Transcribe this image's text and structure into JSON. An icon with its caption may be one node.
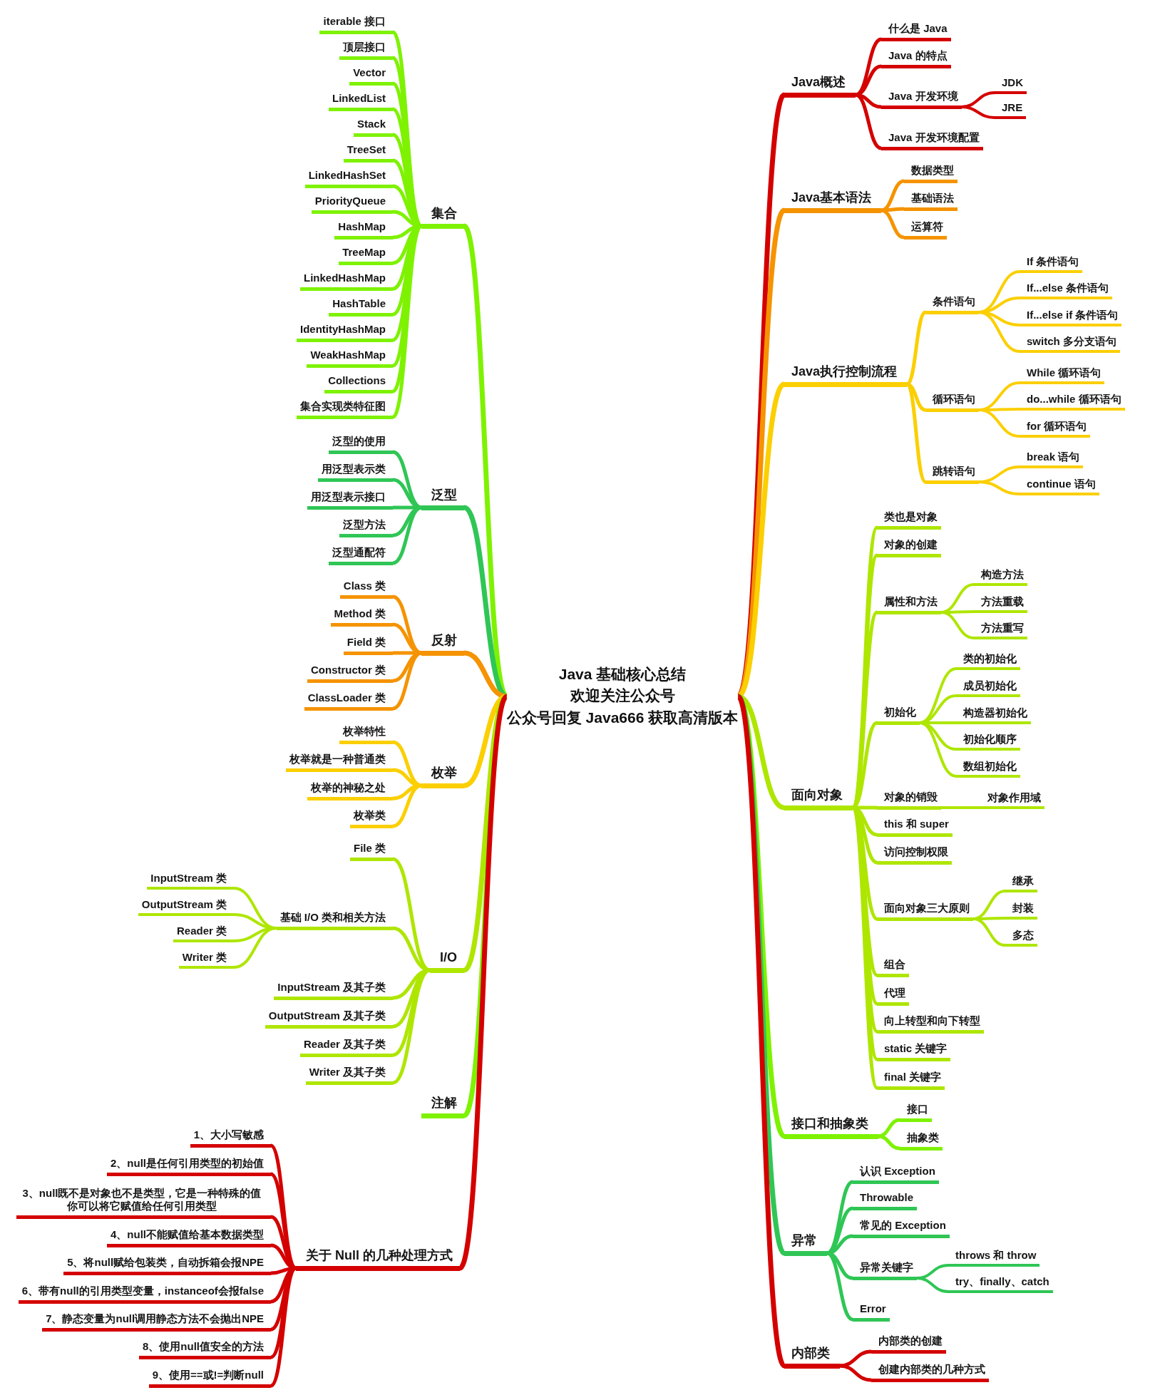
{
  "diagram": {
    "nodes": [
      {
        "text": [
          "Java 基础核心总结",
          "欢迎关注公众号",
          "公众号回复 Java666 获取高清版本"
        ]
      },
      {
        "text": [
          "集合"
        ]
      },
      {
        "text": [
          "iterable 接口"
        ]
      },
      {
        "text": [
          "顶层接口"
        ]
      },
      {
        "text": [
          "Vector"
        ]
      },
      {
        "text": [
          "LinkedList"
        ]
      },
      {
        "text": [
          "Stack"
        ]
      },
      {
        "text": [
          "TreeSet"
        ]
      },
      {
        "text": [
          "LinkedHashSet"
        ]
      },
      {
        "text": [
          "PriorityQueue"
        ]
      },
      {
        "text": [
          "HashMap"
        ]
      },
      {
        "text": [
          "TreeMap"
        ]
      },
      {
        "text": [
          "LinkedHashMap"
        ]
      },
      {
        "text": [
          "HashTable"
        ]
      },
      {
        "text": [
          "IdentityHashMap"
        ]
      },
      {
        "text": [
          "WeakHashMap"
        ]
      },
      {
        "text": [
          "Collections"
        ]
      },
      {
        "text": [
          "集合实现类特征图"
        ]
      },
      {
        "text": [
          "泛型"
        ]
      },
      {
        "text": [
          "泛型的使用"
        ]
      },
      {
        "text": [
          "用泛型表示类"
        ]
      },
      {
        "text": [
          "用泛型表示接口"
        ]
      },
      {
        "text": [
          "泛型方法"
        ]
      },
      {
        "text": [
          "泛型通配符"
        ]
      },
      {
        "text": [
          "反射"
        ]
      },
      {
        "text": [
          "Class 类"
        ]
      },
      {
        "text": [
          "Method 类"
        ]
      },
      {
        "text": [
          "Field 类"
        ]
      },
      {
        "text": [
          "Constructor 类"
        ]
      },
      {
        "text": [
          "ClassLoader 类"
        ]
      },
      {
        "text": [
          "枚举"
        ]
      },
      {
        "text": [
          "枚举特性"
        ]
      },
      {
        "text": [
          "枚举就是一种普通类"
        ]
      },
      {
        "text": [
          "枚举的神秘之处"
        ]
      },
      {
        "text": [
          "枚举类"
        ]
      },
      {
        "text": [
          "I/O"
        ]
      },
      {
        "text": [
          "File 类"
        ]
      },
      {
        "text": [
          "基础 I/O 类和相关方法"
        ]
      },
      {
        "text": [
          "InputStream 类"
        ]
      },
      {
        "text": [
          "OutputStream 类"
        ]
      },
      {
        "text": [
          "Reader 类"
        ]
      },
      {
        "text": [
          "Writer 类"
        ]
      },
      {
        "text": [
          "InputStream 及其子类"
        ]
      },
      {
        "text": [
          "OutputStream 及其子类"
        ]
      },
      {
        "text": [
          "Reader 及其子类"
        ]
      },
      {
        "text": [
          "Writer 及其子类"
        ]
      },
      {
        "text": [
          "注解"
        ]
      },
      {
        "text": [
          "关于 Null 的几种处理方式"
        ]
      },
      {
        "text": [
          "1、大小写敏感"
        ]
      },
      {
        "text": [
          "2、null是任何引用类型的初始值"
        ]
      },
      {
        "text": [
          "3、null既不是对象也不是类型，它是一种特殊的值你可以将它赋值给任何引用类型"
        ]
      },
      {
        "text": [
          "4、null不能赋值给基本数据类型"
        ]
      },
      {
        "text": [
          "5、将null赋给包装类，自动拆箱会报NPE"
        ]
      },
      {
        "text": [
          "6、带有null的引用类型变量，instanceof会报false"
        ]
      },
      {
        "text": [
          "7、静态变量为null调用静态方法不会抛出NPE"
        ]
      },
      {
        "text": [
          "8、使用null值安全的方法"
        ]
      },
      {
        "text": [
          "9、使用==或!=判断null"
        ]
      },
      {
        "text": [
          "Java概述"
        ]
      },
      {
        "text": [
          "什么是 Java"
        ]
      },
      {
        "text": [
          "Java 的特点"
        ]
      },
      {
        "text": [
          "Java 开发环境"
        ]
      },
      {
        "text": [
          "JDK"
        ]
      },
      {
        "text": [
          "JRE"
        ]
      },
      {
        "text": [
          "Java 开发环境配置"
        ]
      },
      {
        "text": [
          "Java基本语法"
        ]
      },
      {
        "text": [
          "数据类型"
        ]
      },
      {
        "text": [
          "基础语法"
        ]
      },
      {
        "text": [
          "运算符"
        ]
      },
      {
        "text": [
          "Java执行控制流程"
        ]
      },
      {
        "text": [
          "条件语句"
        ]
      },
      {
        "text": [
          "If 条件语句"
        ]
      },
      {
        "text": [
          "If...else 条件语句"
        ]
      },
      {
        "text": [
          "If...else if 条件语句"
        ]
      },
      {
        "text": [
          "switch 多分支语句"
        ]
      },
      {
        "text": [
          "循环语句"
        ]
      },
      {
        "text": [
          "While 循环语句"
        ]
      },
      {
        "text": [
          "do...while 循环语句"
        ]
      },
      {
        "text": [
          "for 循环语句"
        ]
      },
      {
        "text": [
          "跳转语句"
        ]
      },
      {
        "text": [
          "break 语句"
        ]
      },
      {
        "text": [
          "continue 语句"
        ]
      },
      {
        "text": [
          "面向对象"
        ]
      },
      {
        "text": [
          "类也是对象"
        ]
      },
      {
        "text": [
          "对象的创建"
        ]
      },
      {
        "text": [
          "属性和方法"
        ]
      },
      {
        "text": [
          "构造方法"
        ]
      },
      {
        "text": [
          "方法重载"
        ]
      },
      {
        "text": [
          "方法重写"
        ]
      },
      {
        "text": [
          "初始化"
        ]
      },
      {
        "text": [
          "类的初始化"
        ]
      },
      {
        "text": [
          "成员初始化"
        ]
      },
      {
        "text": [
          "构造器初始化"
        ]
      },
      {
        "text": [
          "初始化顺序"
        ]
      },
      {
        "text": [
          "数组初始化"
        ]
      },
      {
        "text": [
          "对象的销毁"
        ]
      },
      {
        "text": [
          "对象作用域"
        ]
      },
      {
        "text": [
          "this 和 super"
        ]
      },
      {
        "text": [
          "访问控制权限"
        ]
      },
      {
        "text": [
          "面向对象三大原则"
        ]
      },
      {
        "text": [
          "继承"
        ]
      },
      {
        "text": [
          "封装"
        ]
      },
      {
        "text": [
          "多态"
        ]
      },
      {
        "text": [
          "组合"
        ]
      },
      {
        "text": [
          "代理"
        ]
      },
      {
        "text": [
          "向上转型和向下转型"
        ]
      },
      {
        "text": [
          "static 关键字"
        ]
      },
      {
        "text": [
          "final 关键字"
        ]
      },
      {
        "text": [
          "接口和抽象类"
        ]
      },
      {
        "text": [
          "接口"
        ]
      },
      {
        "text": [
          "抽象类"
        ]
      },
      {
        "text": [
          "异常"
        ]
      },
      {
        "text": [
          "认识 Exception"
        ]
      },
      {
        "text": [
          "Throwable"
        ]
      },
      {
        "text": [
          "常见的 Exception"
        ]
      },
      {
        "text": [
          "异常关键字"
        ]
      },
      {
        "text": [
          "throws 和 throw"
        ]
      },
      {
        "text": [
          "try、finally、catch"
        ]
      },
      {
        "text": [
          "Error"
        ]
      },
      {
        "text": [
          "内部类"
        ]
      },
      {
        "text": [
          "内部类的创建"
        ]
      },
      {
        "text": [
          "创建内部类的几种方式"
        ]
      }
    ],
    "edges": [
      {
        "from": 0,
        "to": 1,
        "arrow": "none",
        "color": "#7ef200"
      },
      {
        "from": 1,
        "to": 2,
        "arrow": "none",
        "color": "#7ef200"
      },
      {
        "from": 1,
        "to": 3,
        "arrow": "none",
        "color": "#7ef200"
      },
      {
        "from": 1,
        "to": 4,
        "arrow": "none",
        "color": "#7ef200"
      },
      {
        "from": 1,
        "to": 5,
        "arrow": "none",
        "color": "#7ef200"
      },
      {
        "from": 1,
        "to": 6,
        "arrow": "none",
        "color": "#7ef200"
      },
      {
        "from": 1,
        "to": 7,
        "arrow": "none",
        "color": "#7ef200"
      },
      {
        "from": 1,
        "to": 8,
        "arrow": "none",
        "color": "#7ef200"
      },
      {
        "from": 1,
        "to": 9,
        "arrow": "none",
        "color": "#7ef200"
      },
      {
        "from": 1,
        "to": 10,
        "arrow": "none",
        "color": "#7ef200"
      },
      {
        "from": 1,
        "to": 11,
        "arrow": "none",
        "color": "#7ef200"
      },
      {
        "from": 1,
        "to": 12,
        "arrow": "none",
        "color": "#7ef200"
      },
      {
        "from": 1,
        "to": 13,
        "arrow": "none",
        "color": "#7ef200"
      },
      {
        "from": 1,
        "to": 14,
        "arrow": "none",
        "color": "#7ef200"
      },
      {
        "from": 1,
        "to": 15,
        "arrow": "none",
        "color": "#7ef200"
      },
      {
        "from": 1,
        "to": 16,
        "arrow": "none",
        "color": "#7ef200"
      },
      {
        "from": 1,
        "to": 17,
        "arrow": "none",
        "color": "#7ef200"
      },
      {
        "from": 0,
        "to": 18,
        "arrow": "none",
        "color": "#2fc655"
      },
      {
        "from": 18,
        "to": 19,
        "arrow": "none",
        "color": "#2fc655"
      },
      {
        "from": 18,
        "to": 20,
        "arrow": "none",
        "color": "#2fc655"
      },
      {
        "from": 18,
        "to": 21,
        "arrow": "none",
        "color": "#2fc655"
      },
      {
        "from": 18,
        "to": 22,
        "arrow": "none",
        "color": "#2fc655"
      },
      {
        "from": 18,
        "to": 23,
        "arrow": "none",
        "color": "#2fc655"
      },
      {
        "from": 0,
        "to": 24,
        "arrow": "none",
        "color": "#f59300"
      },
      {
        "from": 24,
        "to": 25,
        "arrow": "none",
        "color": "#f59300"
      },
      {
        "from": 24,
        "to": 26,
        "arrow": "none",
        "color": "#f59300"
      },
      {
        "from": 24,
        "to": 27,
        "arrow": "none",
        "color": "#f59300"
      },
      {
        "from": 24,
        "to": 28,
        "arrow": "none",
        "color": "#f59300"
      },
      {
        "from": 24,
        "to": 29,
        "arrow": "none",
        "color": "#f59300"
      },
      {
        "from": 0,
        "to": 30,
        "arrow": "none",
        "color": "#fbcf00"
      },
      {
        "from": 30,
        "to": 31,
        "arrow": "none",
        "color": "#fbcf00"
      },
      {
        "from": 30,
        "to": 32,
        "arrow": "none",
        "color": "#fbcf00"
      },
      {
        "from": 30,
        "to": 33,
        "arrow": "none",
        "color": "#fbcf00"
      },
      {
        "from": 30,
        "to": 34,
        "arrow": "none",
        "color": "#fbcf00"
      },
      {
        "from": 0,
        "to": 35,
        "arrow": "none"
      },
      {
        "from": 35,
        "to": 36,
        "arrow": "none"
      },
      {
        "from": 35,
        "to": 37,
        "arrow": "none"
      },
      {
        "from": 37,
        "to": 38,
        "arrow": "none"
      },
      {
        "from": 37,
        "to": 39,
        "arrow": "none"
      },
      {
        "from": 37,
        "to": 40,
        "arrow": "none"
      },
      {
        "from": 37,
        "to": 41,
        "arrow": "none"
      },
      {
        "from": 35,
        "to": 42,
        "arrow": "none"
      },
      {
        "from": 35,
        "to": 43,
        "arrow": "none"
      },
      {
        "from": 35,
        "to": 44,
        "arrow": "none"
      },
      {
        "from": 35,
        "to": 45,
        "arrow": "none"
      },
      {
        "from": 0,
        "to": 46,
        "arrow": "none",
        "color": "#7ef200"
      },
      {
        "from": 0,
        "to": 47,
        "arrow": "none",
        "color": "#d40000"
      },
      {
        "from": 47,
        "to": 48,
        "arrow": "none",
        "color": "#d40000"
      },
      {
        "from": 47,
        "to": 49,
        "arrow": "none",
        "color": "#d40000"
      },
      {
        "from": 47,
        "to": 50,
        "arrow": "none",
        "color": "#d40000"
      },
      {
        "from": 47,
        "to": 51,
        "arrow": "none",
        "color": "#d40000"
      },
      {
        "from": 47,
        "to": 52,
        "arrow": "none",
        "color": "#d40000"
      },
      {
        "from": 47,
        "to": 53,
        "arrow": "none",
        "color": "#d40000"
      },
      {
        "from": 47,
        "to": 54,
        "arrow": "none",
        "color": "#d40000"
      },
      {
        "from": 47,
        "to": 55,
        "arrow": "none",
        "color": "#d40000"
      },
      {
        "from": 47,
        "to": 56,
        "arrow": "none",
        "color": "#d40000"
      },
      {
        "from": 0,
        "to": 57,
        "arrow": "none",
        "color": "#d40000"
      },
      {
        "from": 57,
        "to": 58,
        "arrow": "none",
        "color": "#d40000"
      },
      {
        "from": 57,
        "to": 59,
        "arrow": "none",
        "color": "#d40000"
      },
      {
        "from": 57,
        "to": 60,
        "arrow": "none",
        "color": "#d40000"
      },
      {
        "from": 60,
        "to": 61,
        "arrow": "none",
        "color": "#d40000"
      },
      {
        "from": 60,
        "to": 62,
        "arrow": "none",
        "color": "#d40000"
      },
      {
        "from": 57,
        "to": 63,
        "arrow": "none",
        "color": "#d40000"
      },
      {
        "from": 0,
        "to": 64,
        "arrow": "none",
        "color": "#f59300"
      },
      {
        "from": 64,
        "to": 65,
        "arrow": "none",
        "color": "#f59300"
      },
      {
        "from": 64,
        "to": 66,
        "arrow": "none",
        "color": "#f59300"
      },
      {
        "from": 64,
        "to": 67,
        "arrow": "none",
        "color": "#f59300"
      },
      {
        "from": 0,
        "to": 68,
        "arrow": "none",
        "color": "#fbcf00"
      },
      {
        "from": 68,
        "to": 69,
        "arrow": "none",
        "color": "#fbcf00"
      },
      {
        "from": 69,
        "to": 70,
        "arrow": "none",
        "color": "#fbcf00"
      },
      {
        "from": 69,
        "to": 71,
        "arrow": "none",
        "color": "#fbcf00"
      },
      {
        "from": 69,
        "to": 72,
        "arrow": "none",
        "color": "#fbcf00"
      },
      {
        "from": 69,
        "to": 73,
        "arrow": "none",
        "color": "#fbcf00"
      },
      {
        "from": 68,
        "to": 74,
        "arrow": "none",
        "color": "#fbcf00"
      },
      {
        "from": 74,
        "to": 75,
        "arrow": "none",
        "color": "#fbcf00"
      },
      {
        "from": 74,
        "to": 76,
        "arrow": "none",
        "color": "#fbcf00"
      },
      {
        "from": 74,
        "to": 77,
        "arrow": "none",
        "color": "#fbcf00"
      },
      {
        "from": 68,
        "to": 78,
        "arrow": "none",
        "color": "#fbcf00"
      },
      {
        "from": 78,
        "to": 79,
        "arrow": "none",
        "color": "#fbcf00"
      },
      {
        "from": 78,
        "to": 80,
        "arrow": "none",
        "color": "#fbcf00"
      },
      {
        "from": 0,
        "to": 81,
        "arrow": "none"
      },
      {
        "from": 81,
        "to": 82,
        "arrow": "none"
      },
      {
        "from": 81,
        "to": 83,
        "arrow": "none"
      },
      {
        "from": 81,
        "to": 84,
        "arrow": "none"
      },
      {
        "from": 84,
        "to": 85,
        "arrow": "none"
      },
      {
        "from": 84,
        "to": 86,
        "arrow": "none"
      },
      {
        "from": 84,
        "to": 87,
        "arrow": "none"
      },
      {
        "from": 81,
        "to": 88,
        "arrow": "none"
      },
      {
        "from": 88,
        "to": 89,
        "arrow": "none"
      },
      {
        "from": 88,
        "to": 90,
        "arrow": "none"
      },
      {
        "from": 88,
        "to": 91,
        "arrow": "none"
      },
      {
        "from": 88,
        "to": 92,
        "arrow": "none"
      },
      {
        "from": 88,
        "to": 93,
        "arrow": "none"
      },
      {
        "from": 81,
        "to": 94,
        "arrow": "none"
      },
      {
        "from": 94,
        "to": 95,
        "arrow": "none"
      },
      {
        "from": 81,
        "to": 96,
        "arrow": "none"
      },
      {
        "from": 81,
        "to": 97,
        "arrow": "none"
      },
      {
        "from": 81,
        "to": 98,
        "arrow": "none"
      },
      {
        "from": 98,
        "to": 99,
        "arrow": "none"
      },
      {
        "from": 98,
        "to": 100,
        "arrow": "none"
      },
      {
        "from": 98,
        "to": 101,
        "arrow": "none"
      },
      {
        "from": 81,
        "to": 102,
        "arrow": "none"
      },
      {
        "from": 81,
        "to": 103,
        "arrow": "none"
      },
      {
        "from": 81,
        "to": 104,
        "arrow": "none"
      },
      {
        "from": 81,
        "to": 105,
        "arrow": "none"
      },
      {
        "from": 81,
        "to": 106,
        "arrow": "none"
      },
      {
        "from": 0,
        "to": 107,
        "arrow": "none",
        "color": "#7ef200"
      },
      {
        "from": 107,
        "to": 108,
        "arrow": "none",
        "color": "#7ef200"
      },
      {
        "from": 107,
        "to": 109,
        "arrow": "none",
        "color": "#7ef200"
      },
      {
        "from": 0,
        "to": 110,
        "arrow": "none",
        "color": "#2fc655"
      },
      {
        "from": 110,
        "to": 111,
        "arrow": "none",
        "color": "#2fc655"
      },
      {
        "from": 110,
        "to": 112,
        "arrow": "none",
        "color": "#2fc655"
      },
      {
        "from": 110,
        "to": 113,
        "arrow": "none",
        "color": "#2fc655"
      },
      {
        "from": 110,
        "to": 114,
        "arrow": "none",
        "color": "#2fc655"
      },
      {
        "from": 114,
        "to": 115,
        "arrow": "none",
        "color": "#2fc655"
      },
      {
        "from": 114,
        "to": 116,
        "arrow": "none",
        "color": "#2fc655"
      },
      {
        "from": 110,
        "to": 117,
        "arrow": "none",
        "color": "#2fc655"
      },
      {
        "from": 0,
        "to": 118,
        "arrow": "none",
        "color": "#d40000"
      },
      {
        "from": 118,
        "to": 119,
        "arrow": "none",
        "color": "#d40000"
      },
      {
        "from": 118,
        "to": 120,
        "arrow": "none",
        "color": "#d40000"
      }
    ]
  }
}
